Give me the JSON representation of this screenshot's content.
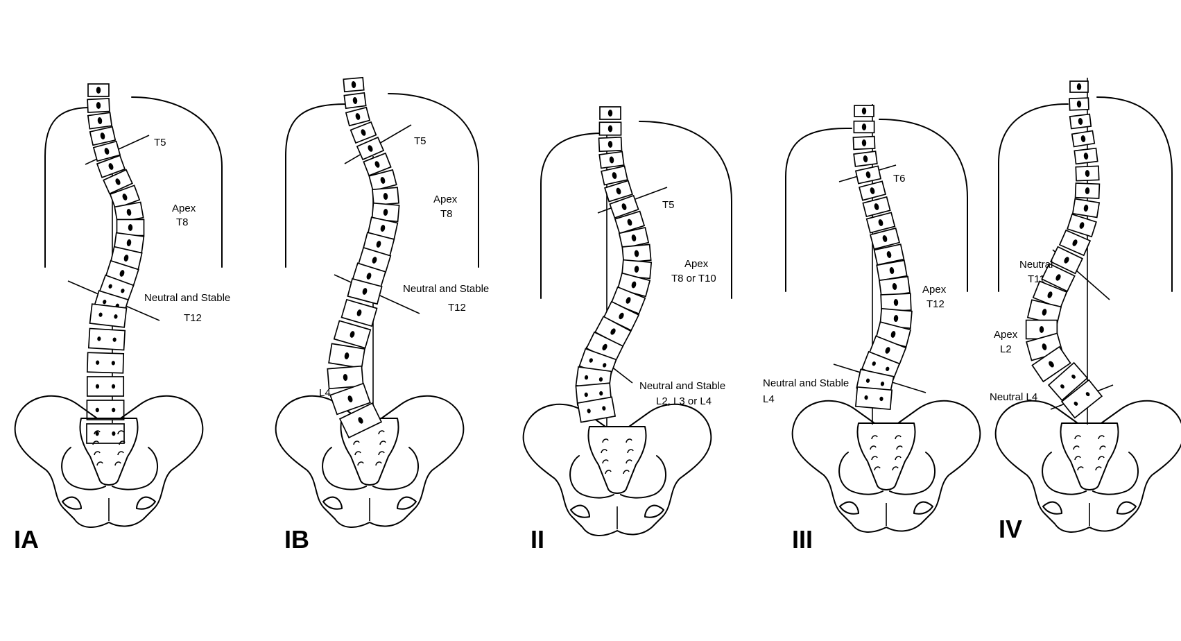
{
  "panels": [
    {
      "id": "IA",
      "title": "IA",
      "labels": {
        "upper_line": "T5",
        "apex_1": "Apex",
        "apex_2": "T8",
        "neutral_1": "Neutral and Stable",
        "neutral_2": "T12"
      }
    },
    {
      "id": "IB",
      "title": "IB",
      "labels": {
        "upper_line": "T5",
        "apex_1": "Apex",
        "apex_2": "T8",
        "neutral_1": "Neutral and Stable",
        "neutral_2": "T12",
        "lower": "L4"
      }
    },
    {
      "id": "II",
      "title": "II",
      "labels": {
        "upper_line": "T5",
        "apex_1": "Apex",
        "apex_2": "T8 or T10",
        "neutral_1": "Neutral and Stable",
        "neutral_2": "L2, L3 or L4"
      }
    },
    {
      "id": "III",
      "title": "III",
      "labels": {
        "upper_line": "T6",
        "apex_1": "Apex",
        "apex_2": "T12",
        "neutral_1": "Neutral and Stable",
        "neutral_2": "L4"
      }
    },
    {
      "id": "IV",
      "title": "IV",
      "labels": {
        "neutral_upper_1": "Neutral",
        "neutral_upper_2": "T11",
        "apex_1": "Apex",
        "apex_2": "L2",
        "neutral_lower": "Neutral L4"
      }
    }
  ]
}
